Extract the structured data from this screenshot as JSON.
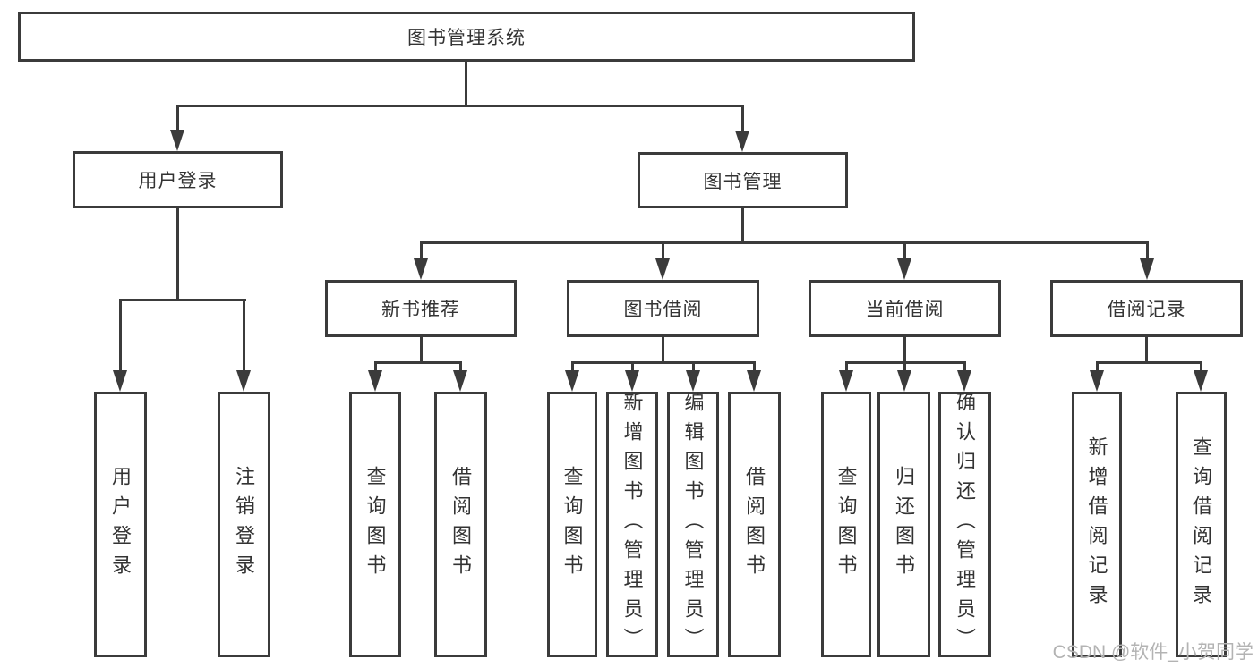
{
  "tree": {
    "label": "图书管理系统",
    "children": [
      {
        "label": "用户登录",
        "children": [
          {
            "label": "用户登录"
          },
          {
            "label": "注销登录"
          }
        ]
      },
      {
        "label": "图书管理",
        "children": [
          {
            "label": "新书推荐",
            "children": [
              {
                "label": "查询图书"
              },
              {
                "label": "借阅图书"
              }
            ]
          },
          {
            "label": "图书借阅",
            "children": [
              {
                "label": "查询图书"
              },
              {
                "label": "新增图书（管理员）"
              },
              {
                "label": "编辑图书（管理员）"
              },
              {
                "label": "借阅图书"
              }
            ]
          },
          {
            "label": "当前借阅",
            "children": [
              {
                "label": "查询图书"
              },
              {
                "label": "归还图书"
              },
              {
                "label": "确认归还（管理员）"
              }
            ]
          },
          {
            "label": "借阅记录",
            "children": [
              {
                "label": "新增借阅记录"
              },
              {
                "label": "查询借阅记录"
              }
            ]
          }
        ]
      }
    ]
  },
  "watermark": "CSDN @软件_小贺同学",
  "colors": {
    "line": "#3b3b3b",
    "text": "#333333",
    "watermark": "#b3b3b3",
    "background": "#ffffff"
  }
}
